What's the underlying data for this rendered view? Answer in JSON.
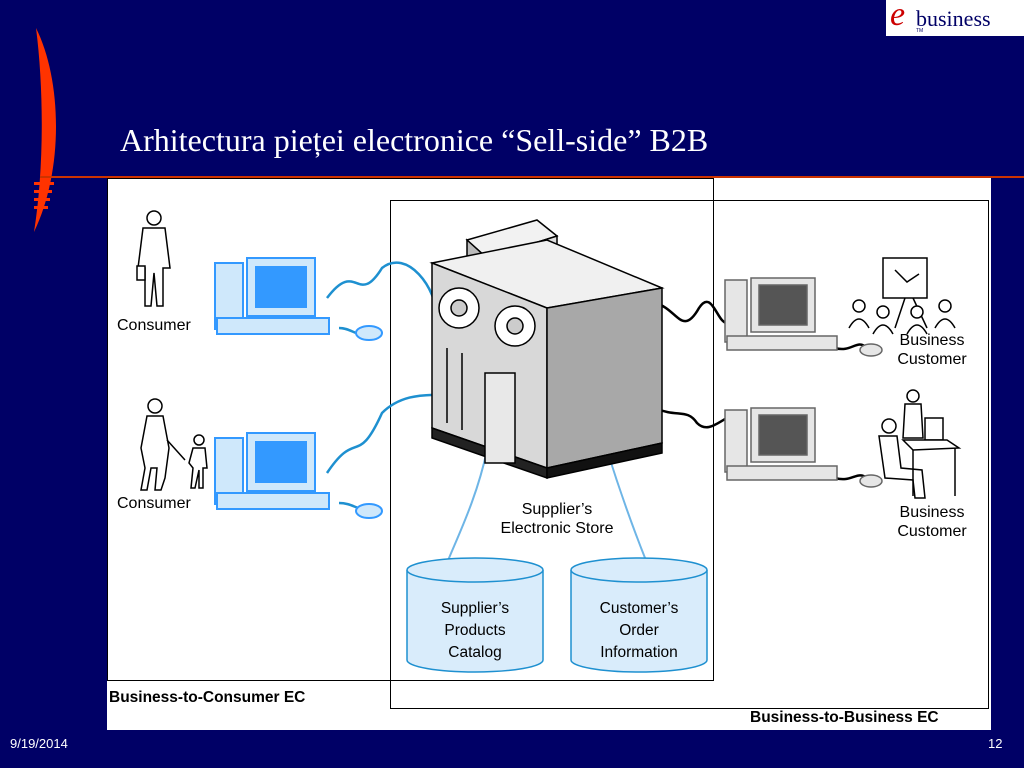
{
  "slide": {
    "title": "Arhitectura pieței electronice “Sell-side” B2B",
    "footer_date": "9/19/2014",
    "page_number": "12"
  },
  "logo": {
    "e": "e",
    "word": "business",
    "tm": "TM"
  },
  "diagram": {
    "left_label_1": "Consumer",
    "left_label_2": "Consumer",
    "right_label_1_line1": "Business",
    "right_label_1_line2": "Customer",
    "right_label_2_line1": "Business",
    "right_label_2_line2": "Customer",
    "store_line1": "Supplier’s",
    "store_line2": "Electronic Store",
    "catalog_db": [
      "Supplier’s",
      "Products",
      "Catalog"
    ],
    "order_db": [
      "Customer’s",
      "Order",
      "Information"
    ],
    "b2c_label": "Business-to-Consumer EC",
    "b2b_label": "Business-to-Business EC"
  },
  "colors": {
    "background": "#000066",
    "accent": "#cc3300",
    "monitor_blue": "#3399ff",
    "db_fill": "#d9ecfb"
  },
  "icons": [
    "consumer-man-icon",
    "consumer-family-icon",
    "blue-computer-icon",
    "mainframe-server-icon",
    "database-cylinder-icon",
    "gray-computer-icon",
    "presentation-audience-icon",
    "office-workers-icon"
  ]
}
